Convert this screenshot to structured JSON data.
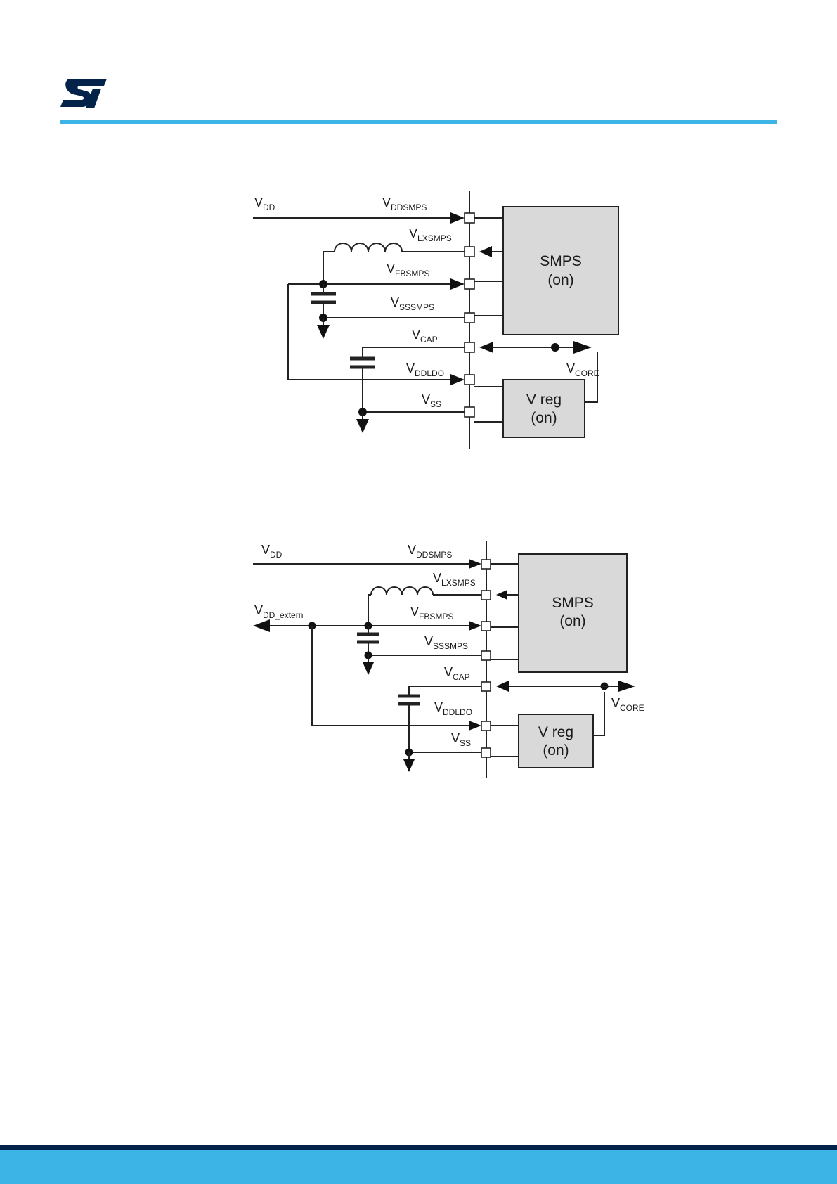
{
  "header": {
    "brand_color": "#03234b",
    "rule_color": "#3cb4e6"
  },
  "footer": {
    "band_color": "#3cb4e6",
    "edge_color": "#03234b"
  },
  "diagrams": [
    {
      "supply_in": {
        "main": "V",
        "sub": "DD"
      },
      "external_out": null,
      "pins": [
        {
          "main": "V",
          "sub": "DDSMPS"
        },
        {
          "main": "V",
          "sub": "LXSMPS"
        },
        {
          "main": "V",
          "sub": "FBSMPS"
        },
        {
          "main": "V",
          "sub": "SSSMPS"
        },
        {
          "main": "V",
          "sub": "CAP"
        },
        {
          "main": "V",
          "sub": "DDLDO"
        },
        {
          "main": "V",
          "sub": "SS"
        }
      ],
      "core_out": {
        "main": "V",
        "sub": "CORE"
      },
      "smps_block": {
        "line1": "SMPS",
        "line2": "(on)"
      },
      "vreg_block": {
        "line1": "V reg",
        "line2": "(on)"
      }
    },
    {
      "supply_in": {
        "main": "V",
        "sub": "DD"
      },
      "external_out": {
        "main": "V",
        "sub": "DD_extern"
      },
      "pins": [
        {
          "main": "V",
          "sub": "DDSMPS"
        },
        {
          "main": "V",
          "sub": "LXSMPS"
        },
        {
          "main": "V",
          "sub": "FBSMPS"
        },
        {
          "main": "V",
          "sub": "SSSMPS"
        },
        {
          "main": "V",
          "sub": "CAP"
        },
        {
          "main": "V",
          "sub": "DDLDO"
        },
        {
          "main": "V",
          "sub": "SS"
        }
      ],
      "core_out": {
        "main": "V",
        "sub": "CORE"
      },
      "smps_block": {
        "line1": "SMPS",
        "line2": "(on)"
      },
      "vreg_block": {
        "line1": "V reg",
        "line2": "(on)"
      }
    }
  ]
}
